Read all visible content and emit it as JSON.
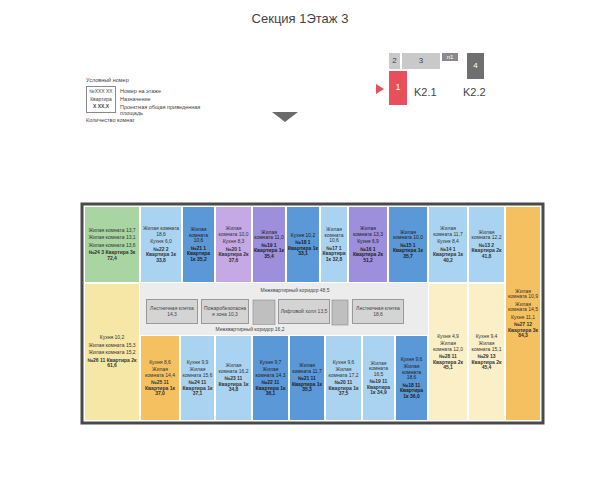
{
  "diagram": {
    "title": "Секция 1Этаж 3",
    "nodes": [
      {
        "text": [
          "№XXX XX",
          "Квартира",
          "X XX,X"
        ]
      },
      {
        "text": [
          "2"
        ]
      },
      {
        "text": [
          "3"
        ]
      },
      {
        "text": [
          "п1"
        ]
      },
      {
        "text": [
          "4"
        ]
      },
      {
        "text": [
          "1"
        ]
      },
      {
        "text": [
          "Жилая комната 13,7",
          "Жилая комната 13,1",
          "Жилая комната 13,6",
          "№24 3 Квартира 3к 72,4"
        ]
      },
      {
        "text": [
          "Жилая комната 18,6",
          "Кухня 6,0",
          "№22 2 Квартира 1к 33,8"
        ]
      },
      {
        "text": [
          "Жилая комната 10,6",
          "№21 1 Квартира 1к 35,2"
        ]
      },
      {
        "text": [
          "Жилая комната 10,0",
          "Кухня 8,3",
          "№20 1 Квартира 2к 37,6"
        ]
      },
      {
        "text": [
          "Жилая комната 11,0",
          "№19 1 Квартира 1к 35,4"
        ]
      },
      {
        "text": [
          "Кухня 10,2",
          "№18 1 Квартира 1к 33,1"
        ]
      },
      {
        "text": [
          "Жилая комната 10,6",
          "№17 1 Квартира 1к 32,8"
        ]
      },
      {
        "text": [
          "Жилая комната 13,3",
          "Кухня 6,9",
          "№16 1 Квартира 2к 51,2"
        ]
      },
      {
        "text": [
          "Жилая комната 10,0",
          "№15 1 Квартира 1к 35,7"
        ]
      },
      {
        "text": [
          "Жилая комната 11,7",
          "Кухня 8,4",
          "№14 1 Квартира 1к 40,2"
        ]
      },
      {
        "text": [
          "Жилая комната 12,2",
          "№13 2 Квартира 2к 41,8"
        ]
      },
      {
        "text": [
          "Жилая комната 10,9",
          "Жилая комната 14,5",
          "Кухня 11,1",
          "№27 12 Квартира 3к 84,3"
        ]
      },
      {
        "text": [
          "Межквартирный коридор 48,5"
        ]
      },
      {
        "text": [
          "Лестничная клетка 14,3"
        ]
      },
      {
        "text": [
          "Пожаробезопасная зона 10,3"
        ]
      },
      {
        "text": [
          "Лифтовой холл 13,5"
        ]
      },
      {
        "text": [
          "Лестничная клетка 18,6"
        ]
      },
      {
        "text": [
          "Межквартирный коридор 16,2"
        ]
      },
      {
        "text": [
          "Кухня 10,2",
          "Жилая комната 15,3",
          "Жилая комната 15,2",
          "№26 11 Квартира 2к 61,6"
        ]
      },
      {
        "text": [
          "Кухня 8,6",
          "Жилая комната 14,4",
          "№25 11 Квартира 1к 37,0"
        ]
      },
      {
        "text": [
          "Кухня 9,9",
          "Жилая комната 15,6",
          "№24 11 Квартира 1к 37,1"
        ]
      },
      {
        "text": [
          "Жилая комната 16,2",
          "№23 11 Квартира 1к 34,8"
        ]
      },
      {
        "text": [
          "Кухня 9,7",
          "Жилая комната 14,3",
          "№22 11 Квартира 1к 36,1"
        ]
      },
      {
        "text": [
          "Жилая комната 11,7",
          "№21 11 Квартира 1к 35,3"
        ]
      },
      {
        "text": [
          "Кухня 9,6",
          "Жилая комната 17,2",
          "№20 11 Квартира 1к 37,5"
        ]
      },
      {
        "text": [
          "Жилая комната 16,5",
          "№19 11 Квартира 1к 34,9"
        ]
      },
      {
        "text": [
          "Кухня 9,6",
          "Жилая комната 18,6",
          "№18 11 Квартира 1к 36,0"
        ]
      },
      {
        "text": [
          "Кухня 4,9",
          "Жилая комната 12,0",
          "№28 11 Квартира 2к 45,1"
        ]
      },
      {
        "text": [
          "Кухня 9,4",
          "Жилая комната 15,1",
          "№29 13 Квартира 2к 45,4"
        ]
      }
    ],
    "labels": [
      "Условный номер",
      "Номер на этаже",
      "Назначение",
      "Проектная общая приведенная площадь",
      "Количество комнат",
      "K2.1",
      "K2.2"
    ]
  }
}
